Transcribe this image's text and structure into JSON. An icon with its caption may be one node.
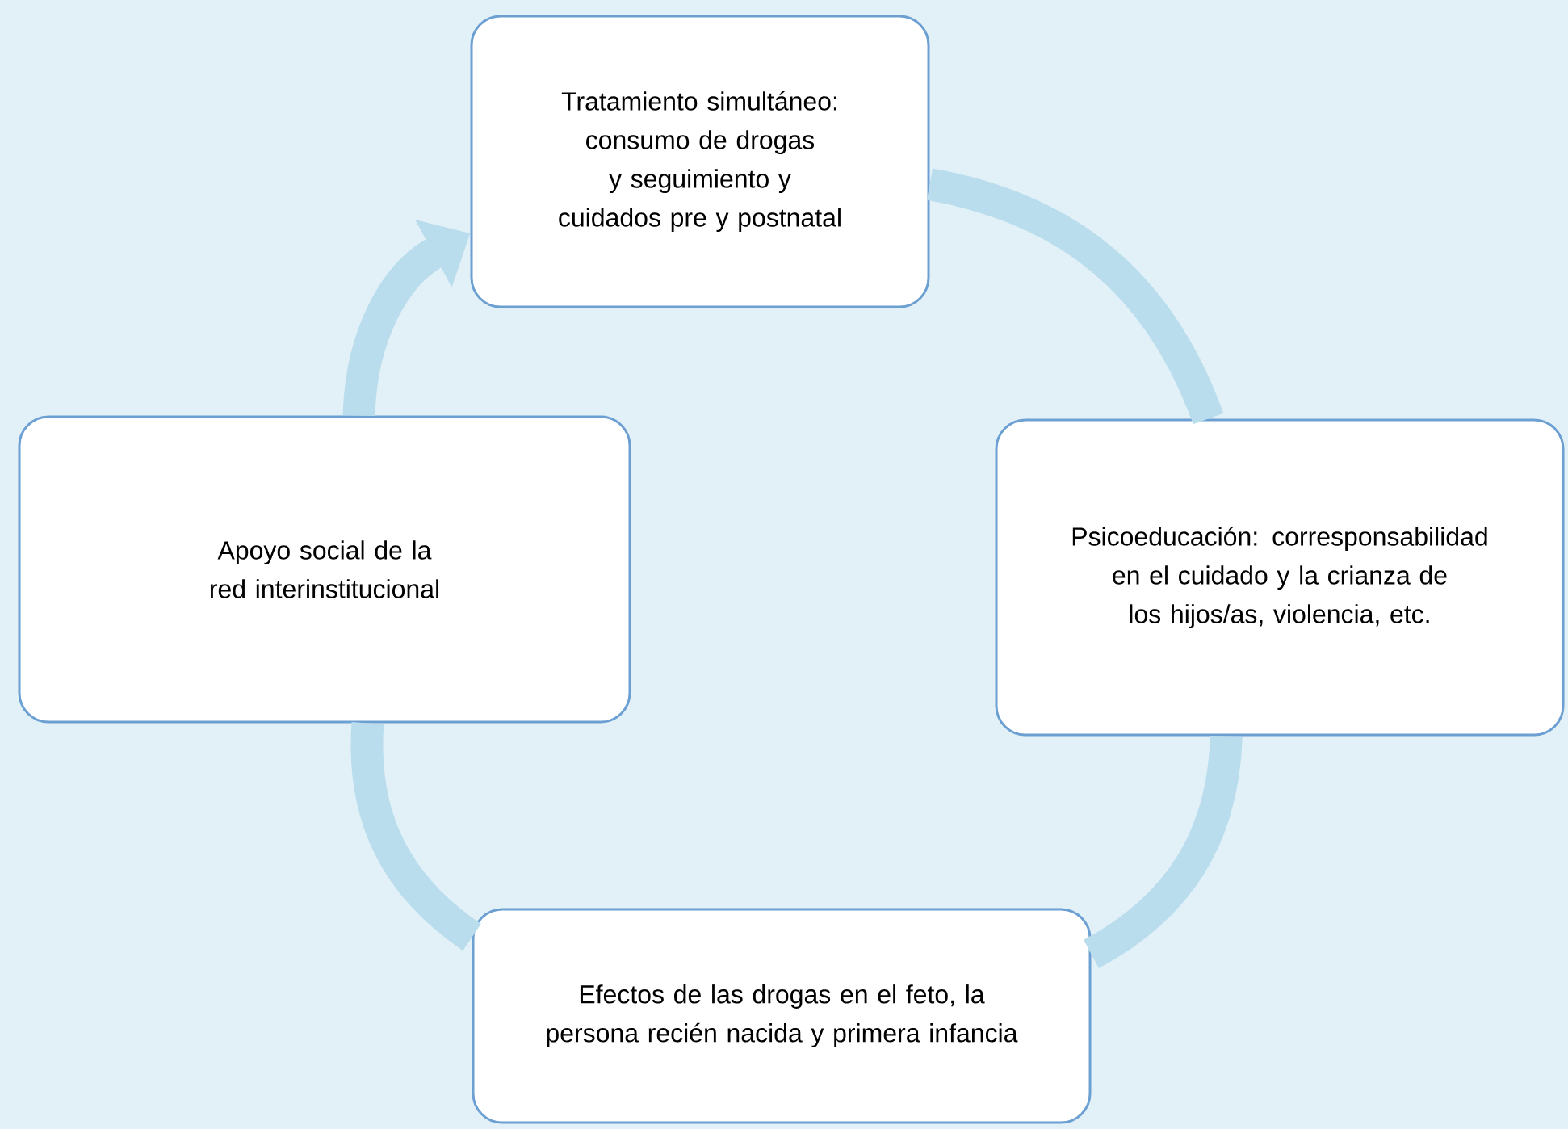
{
  "diagram": {
    "nodes": [
      {
        "text": [
          "Tratamiento simultáneo: consumo de drogas y seguimiento y cuidados pre y postnatal"
        ]
      },
      {
        "text": [
          "Apoyo social de la red interinstitucional"
        ]
      },
      {
        "text": [
          "Psicoeducación: corresponsabilidad en el cuidado y la crianza de los hijos/as, violencia, etc."
        ]
      },
      {
        "text": [
          "Efectos  de las drogas en el feto, la persona recién nacida y primera infancia"
        ]
      }
    ],
    "edges": [
      {
        "from": 1,
        "to": 0,
        "arrow": "to"
      },
      {
        "from": 0,
        "to": 2,
        "arrow": "none"
      },
      {
        "from": 2,
        "to": 3,
        "arrow": "none"
      },
      {
        "from": 3,
        "to": 1,
        "arrow": "none"
      }
    ]
  }
}
